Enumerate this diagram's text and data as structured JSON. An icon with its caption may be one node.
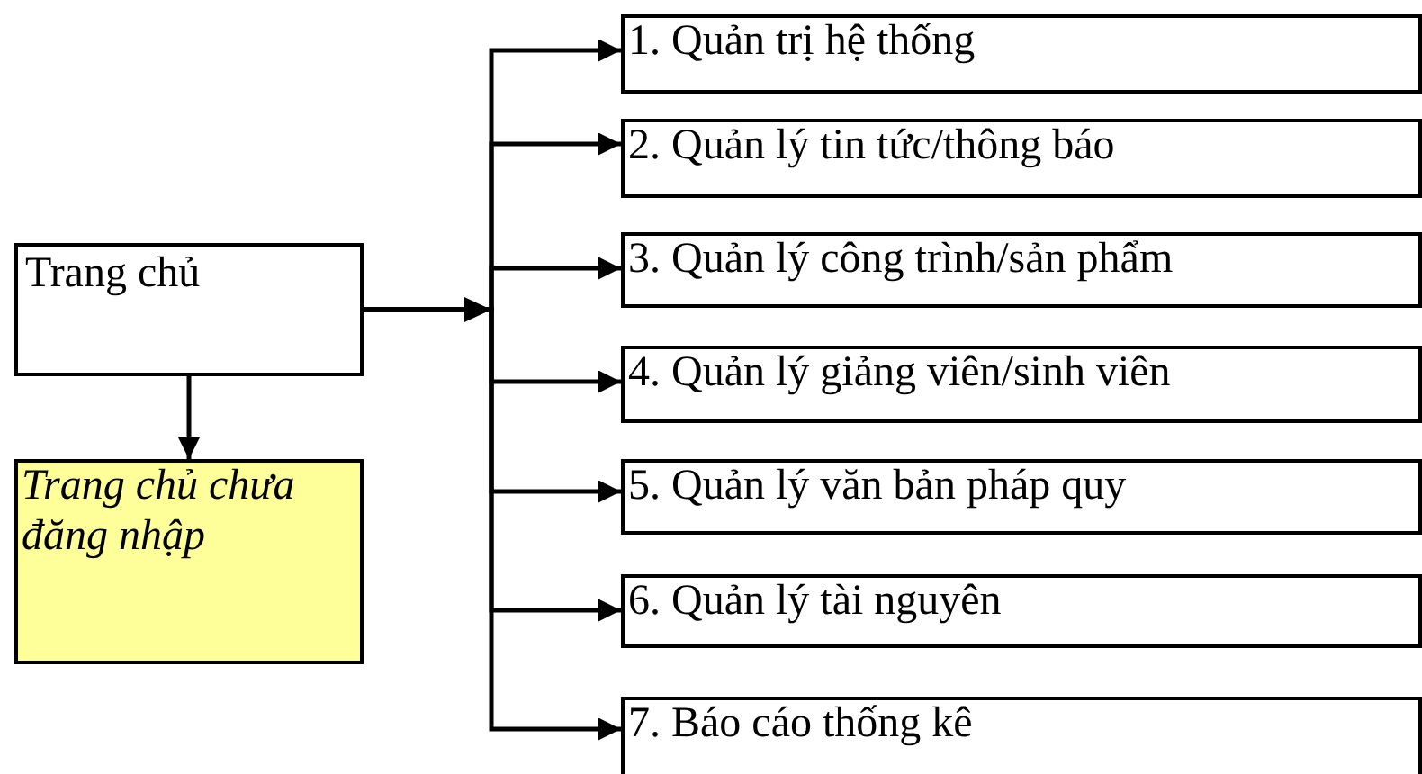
{
  "diagram": {
    "nodes": [
      {
        "text": [
          "Trang chủ"
        ]
      },
      {
        "text": [
          "Trang chủ chưa đăng nhập"
        ]
      },
      {
        "text": [
          "1. Quản trị hệ thống"
        ]
      },
      {
        "text": [
          "2. Quản lý tin tức/thông báo"
        ]
      },
      {
        "text": [
          "3. Quản lý công trình/sản phẩm"
        ]
      },
      {
        "text": [
          "4. Quản lý giảng viên/sinh viên"
        ]
      },
      {
        "text": [
          "5. Quản lý văn bản pháp quy"
        ]
      },
      {
        "text": [
          "6. Quản lý tài nguyên"
        ]
      },
      {
        "text": [
          "7. Báo cáo thống kê"
        ]
      }
    ],
    "edges": [
      {
        "from": 0,
        "to": 1,
        "arrow": "to"
      },
      {
        "from": 0,
        "to": 2,
        "arrow": "to"
      },
      {
        "from": 0,
        "to": 3,
        "arrow": "to"
      },
      {
        "from": 0,
        "to": 4,
        "arrow": "to"
      },
      {
        "from": 0,
        "to": 5,
        "arrow": "to"
      },
      {
        "from": 0,
        "to": 6,
        "arrow": "to"
      },
      {
        "from": 0,
        "to": 7,
        "arrow": "to"
      },
      {
        "from": 0,
        "to": 8,
        "arrow": "to"
      }
    ]
  }
}
